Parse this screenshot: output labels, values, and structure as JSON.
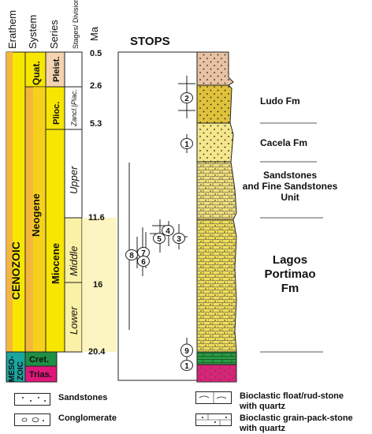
{
  "headers": {
    "erathem": "Erathem",
    "system": "System",
    "series": "Series",
    "stages": "Stages/ Divisions",
    "ma": "Ma",
    "stops": "STOPS"
  },
  "chrono": {
    "cenozoic": "CENOZOIC",
    "mesozoic_line1": "MESO-",
    "mesozoic_line2": "ZOIC",
    "neogene": "Neogene",
    "quat": "Quat.",
    "cret": "Cret.",
    "trias": "Trias.",
    "pleist": "Pleist.",
    "plioc": "Plioc.",
    "miocene": "Miocene",
    "zanc_piac": "Zancl.|Piac.",
    "upper": "Upper",
    "middle": "Middle",
    "lower": "Lower"
  },
  "ma_ticks": [
    "0.5",
    "2.6",
    "5.3",
    "11.6",
    "16",
    "20.4"
  ],
  "stop_labels": [
    "2",
    "1",
    "4",
    "5",
    "3",
    "8",
    "7",
    "6",
    "9",
    "1"
  ],
  "formations": {
    "ludo": "Ludo Fm",
    "cacela": "Cacela Fm",
    "sandstones_unit_line1": "Sandstones",
    "sandstones_unit_line2": "and Fine Sandstones",
    "sandstones_unit_line3": "Unit",
    "lagos_line1": "Lagos",
    "lagos_line2": "Portimao",
    "lagos_line3": "Fm"
  },
  "legend": {
    "sandstones": "Sandstones",
    "conglomerate": "Conglomerate",
    "bioclastic_float_line1": "Bioclastic float/rud-stone",
    "bioclastic_float_line2": "with quartz",
    "bioclastic_grain_line1": "Bioclastic grain-pack-stone",
    "bioclastic_grain_line2": "with quartz"
  },
  "colors": {
    "yellow": "#f7e600",
    "orange": "#f4b63c",
    "pale_yellow": "#fbf1a6",
    "cret_green": "#1f8f45",
    "trias_magenta": "#e0187a",
    "pleist_tan": "#f3d3b0",
    "column_light": "#fbf0b0",
    "column_mid": "#f2df58",
    "column_dark": "#e5c637",
    "column_top": "#e8c2a3",
    "green_base": "#2a9a45",
    "magenta_base": "#e2207a"
  }
}
